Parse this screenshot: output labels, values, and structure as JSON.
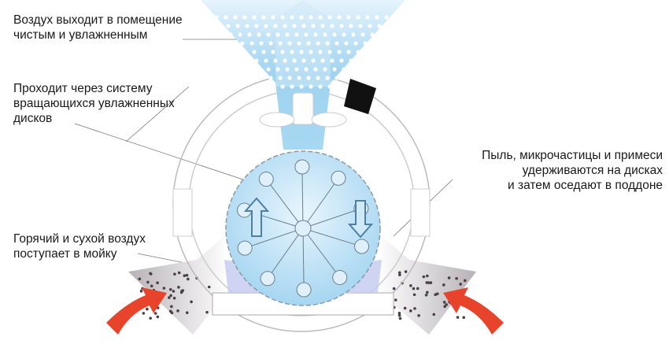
{
  "labels": {
    "air_out": [
      "Воздух выходит в помещение",
      "чистым и увлажненным"
    ],
    "discs": [
      "Проходит через систему",
      "вращающихся увлажненных",
      "дисков"
    ],
    "dust": [
      "Пыль, микрочастицы и примеси",
      "удерживаются на дисках",
      "и затем оседают в поддоне"
    ],
    "air_in": [
      "Горячий и сухой воздух",
      "поступает в мойку"
    ]
  },
  "colors": {
    "clean_air": "#9fd3f0",
    "dirty_air": "#b9b3b8",
    "arrow": "#e8432b",
    "water": "#b9c6ee"
  }
}
